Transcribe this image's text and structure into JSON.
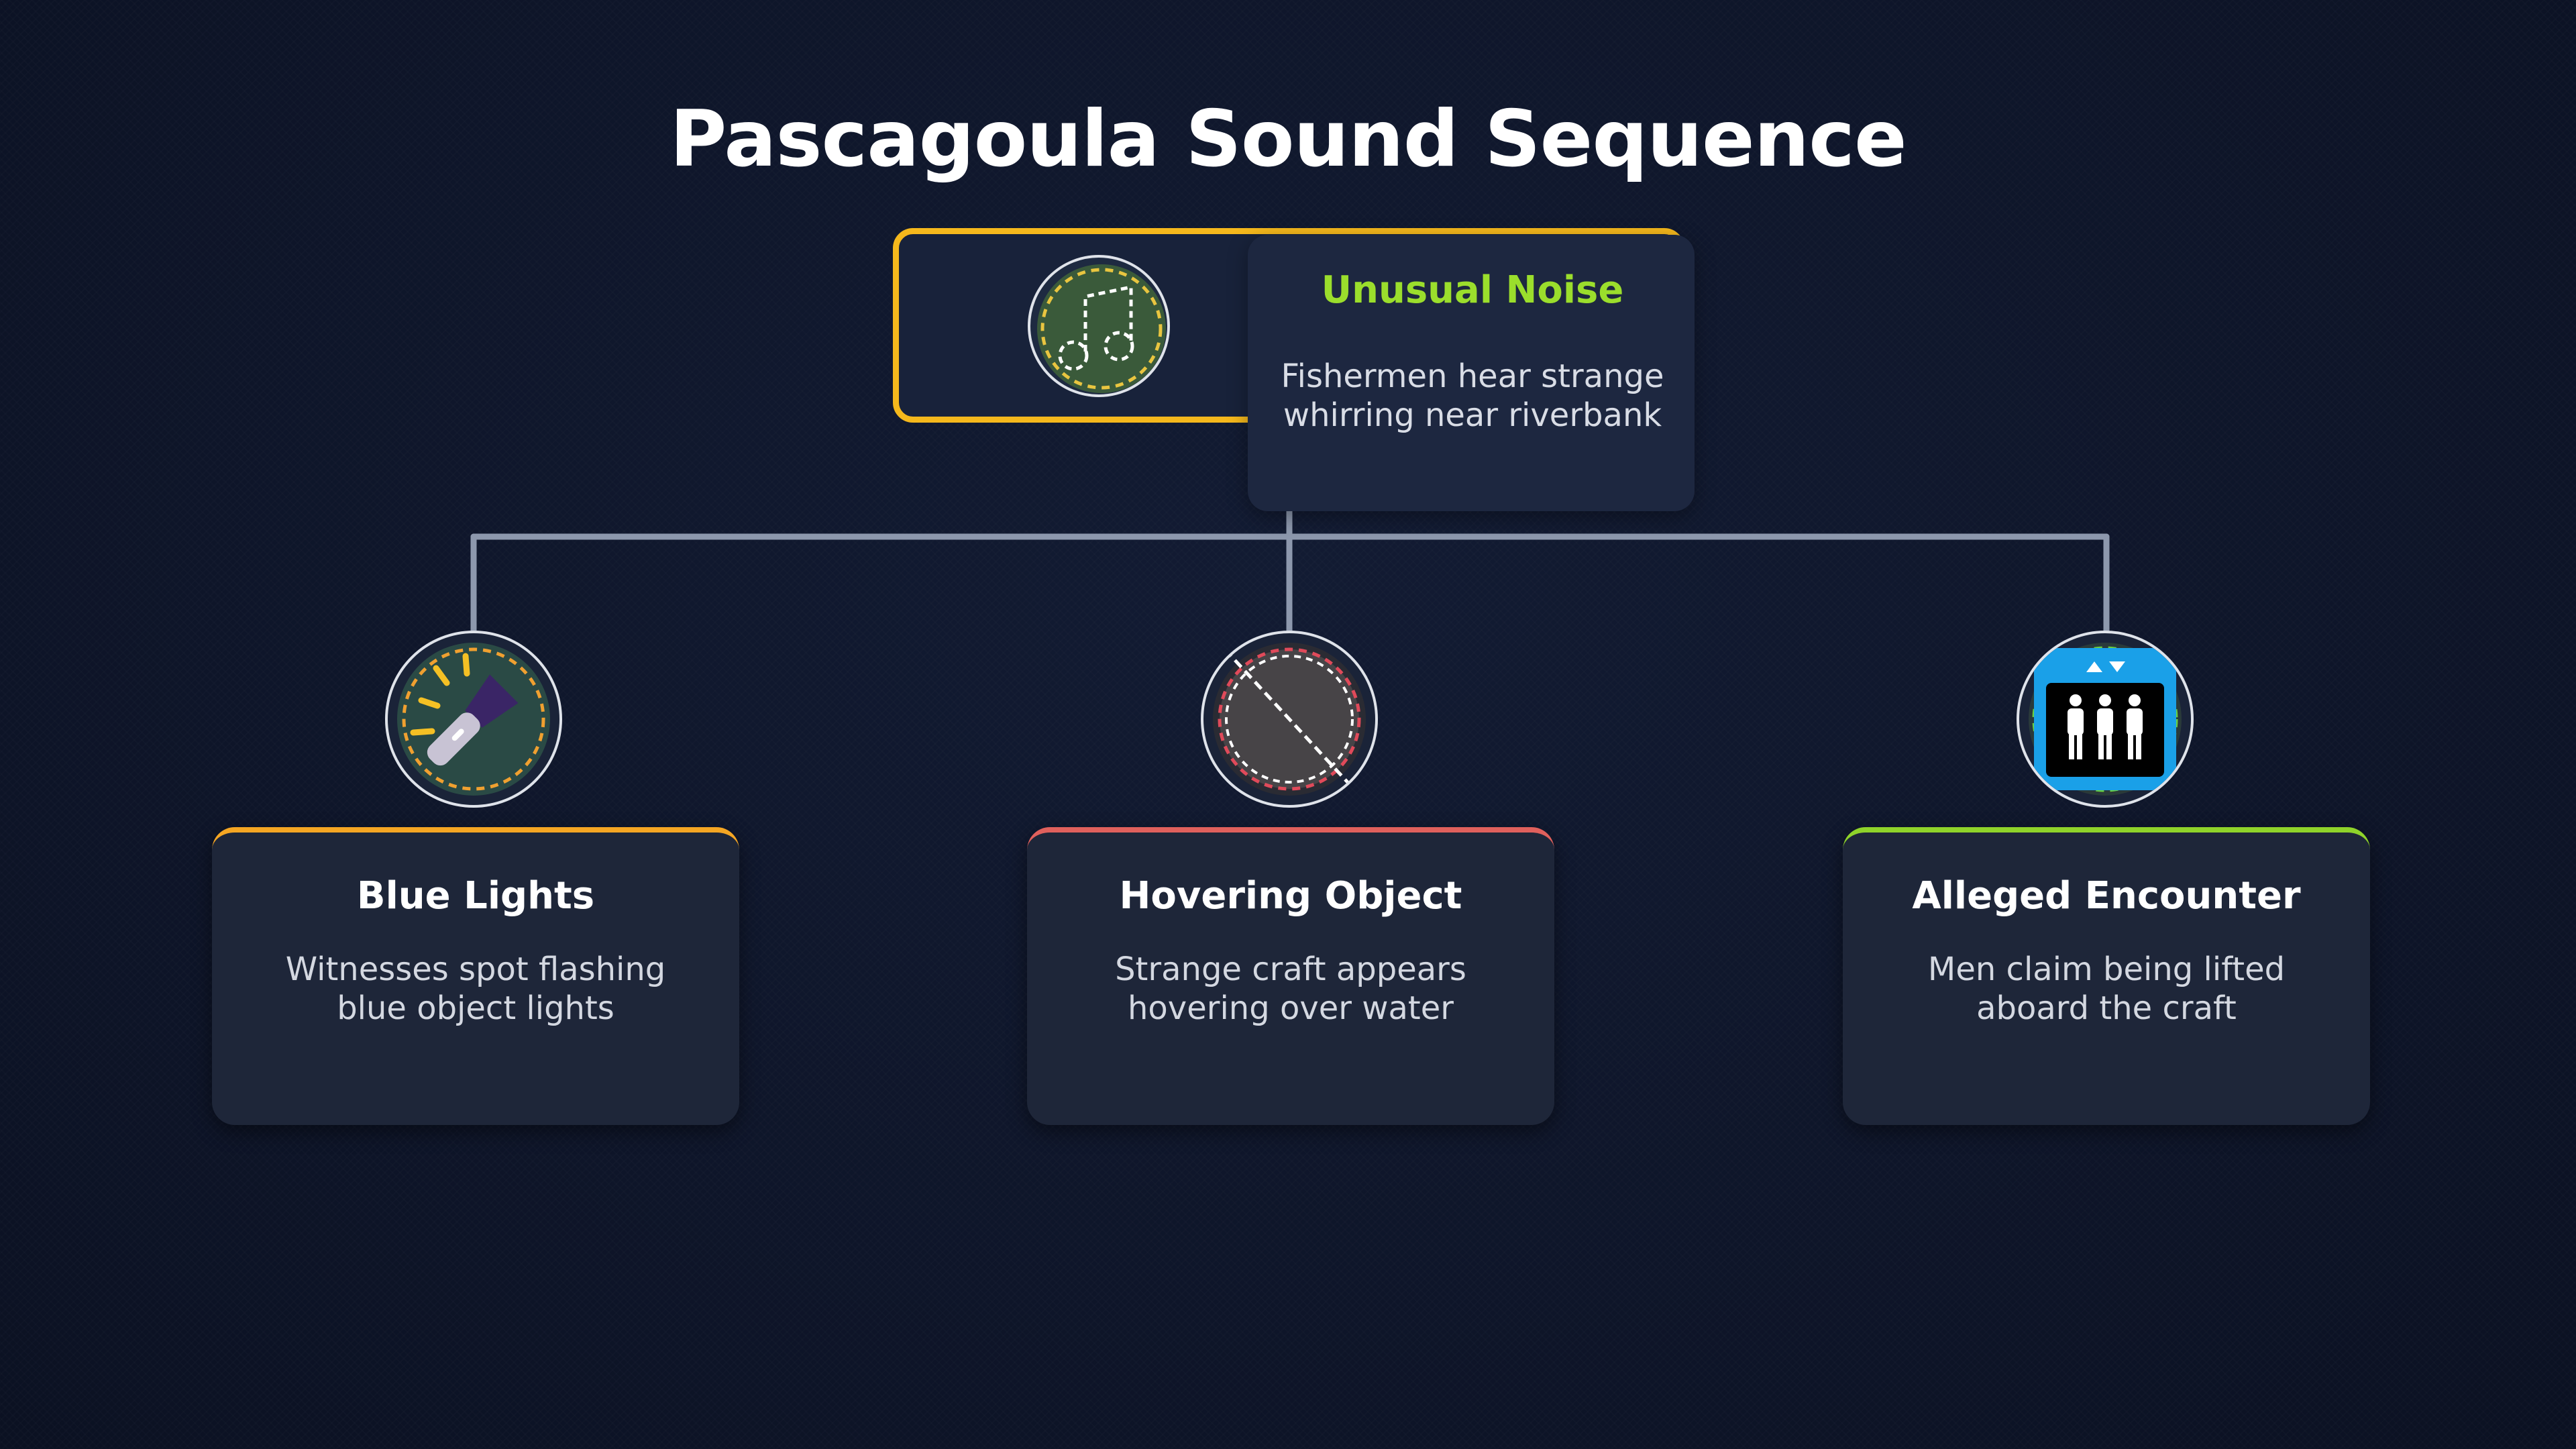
{
  "title": "Pascagoula Sound Sequence",
  "root": {
    "title": "Unusual Noise",
    "description": "Fishermen hear strange whirring near riverbank",
    "icon": "music-note-icon",
    "accent": "#f5b81c",
    "title_color": "#9bde2c"
  },
  "children": [
    {
      "title": "Blue Lights",
      "description": "Witnesses spot flashing blue object lights",
      "icon": "flashlight-icon",
      "accent": "#f5a623"
    },
    {
      "title": "Hovering Object",
      "description": "Strange craft appears hovering over water",
      "icon": "prohibited-circle-icon",
      "accent": "#e0605c"
    },
    {
      "title": "Alleged Encounter",
      "description": "Men claim being lifted aboard the craft",
      "icon": "elevator-people-icon",
      "accent": "#8fd32a"
    }
  ],
  "colors": {
    "background": "#0e1529",
    "connector": "#8d98ad",
    "card": "#1e2639"
  }
}
